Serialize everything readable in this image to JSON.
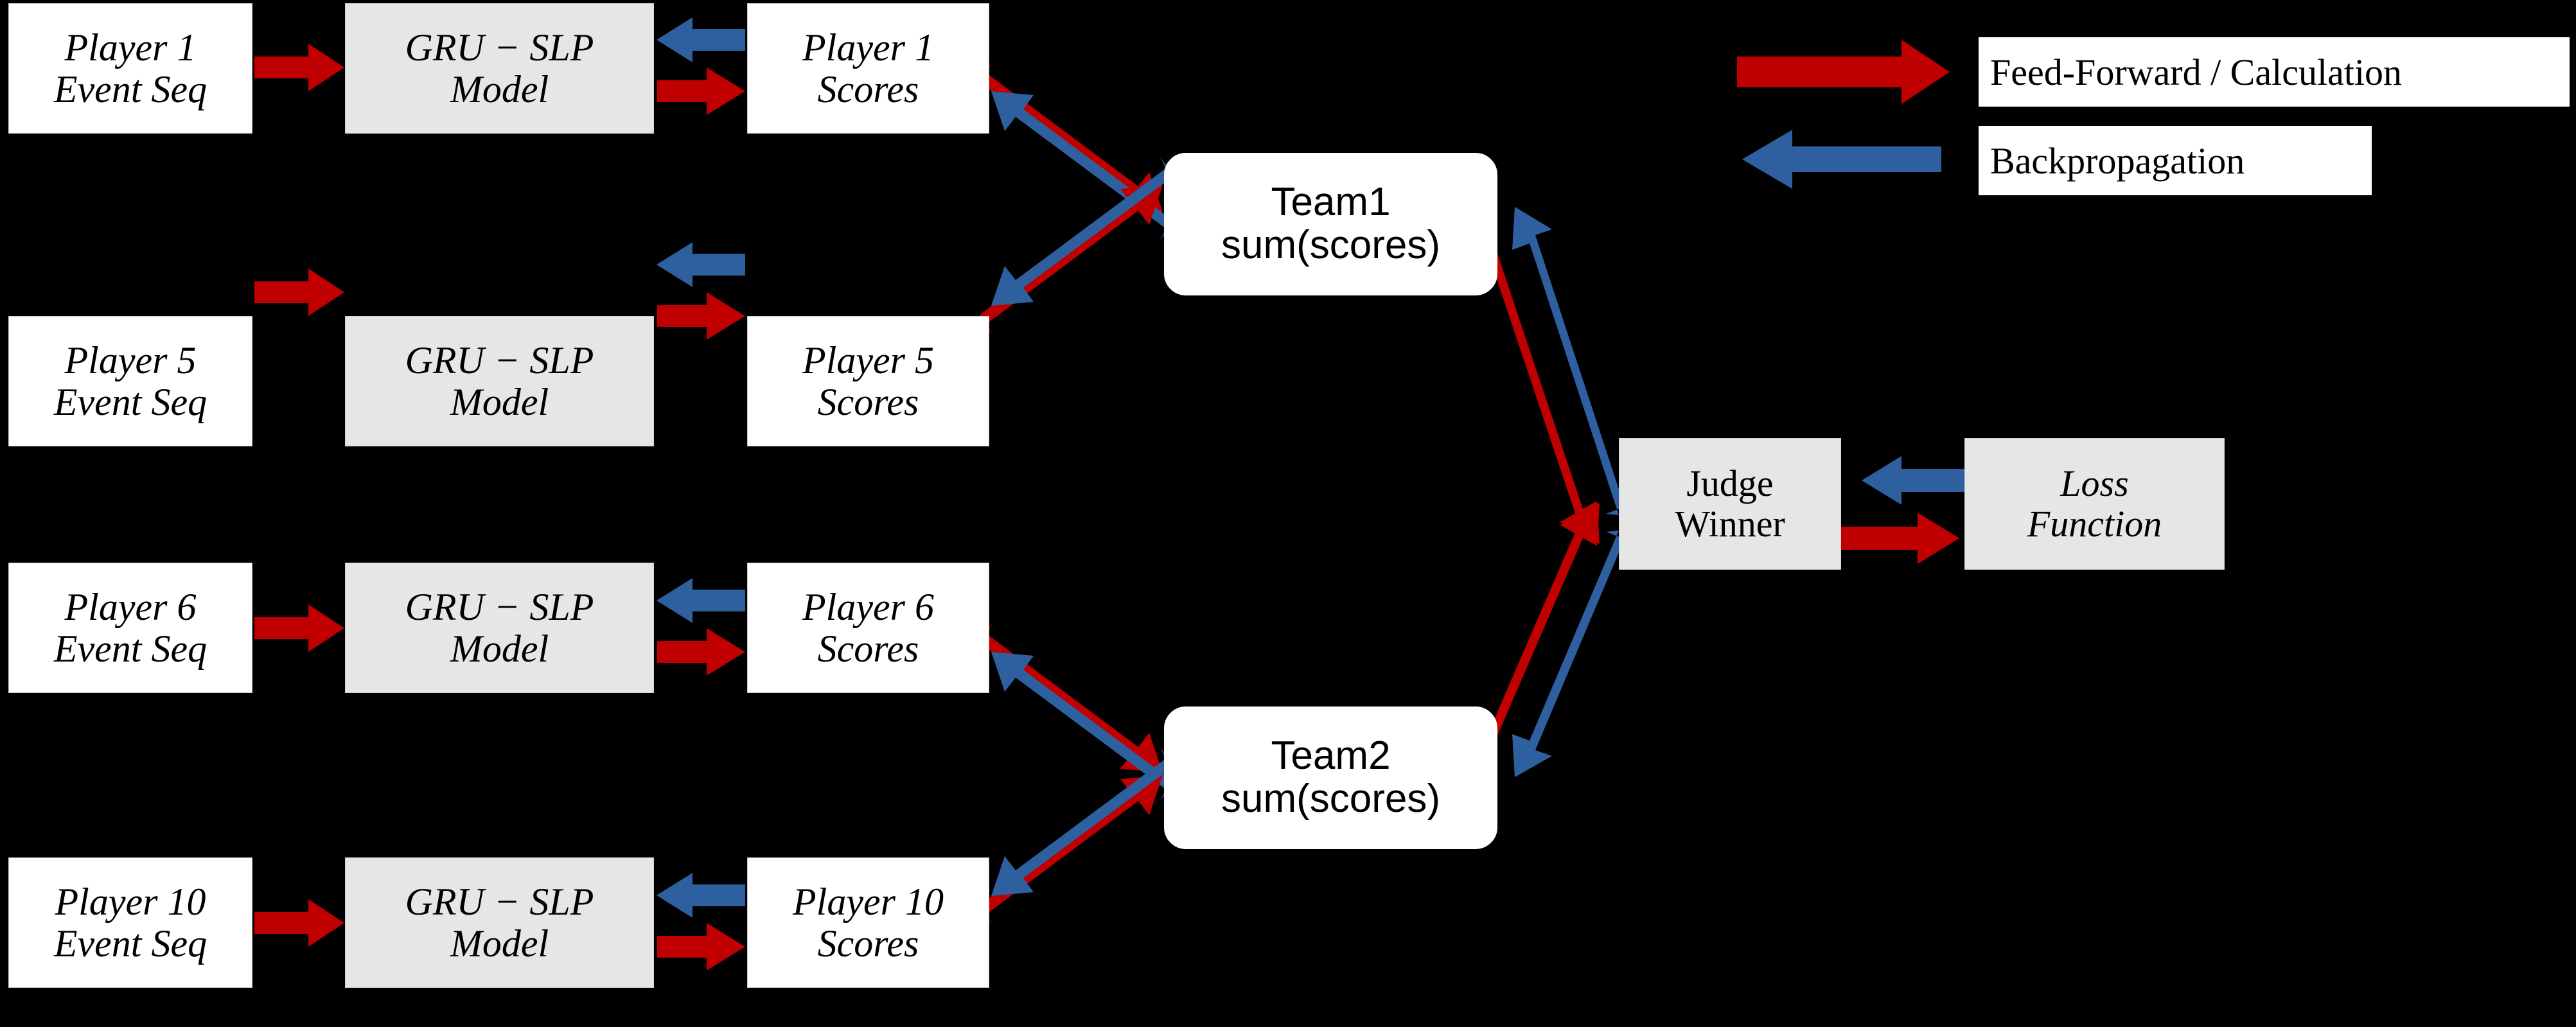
{
  "colors": {
    "background": "#000000",
    "feed_forward_arrow": "#c00000",
    "backprop_arrow": "#2e5f9e",
    "node_fill_white": "#ffffff",
    "node_fill_gray": "#e6e6e6",
    "text": "#000000"
  },
  "rows": [
    {
      "input": {
        "line1": "Player 1",
        "line2": "Event Seq"
      },
      "model": {
        "line1": "GRU − SLP",
        "line2": "Model"
      },
      "scores": {
        "line1": "Player 1",
        "line2": "Scores"
      }
    },
    {
      "input": {
        "line1": "Player 5",
        "line2": "Event Seq"
      },
      "model": {
        "line1": "GRU − SLP",
        "line2": "Model"
      },
      "scores": {
        "line1": "Player 5",
        "line2": "Scores"
      }
    },
    {
      "input": {
        "line1": "Player 6",
        "line2": "Event Seq"
      },
      "model": {
        "line1": "GRU − SLP",
        "line2": "Model"
      },
      "scores": {
        "line1": "Player 6",
        "line2": "Scores"
      }
    },
    {
      "input": {
        "line1": "Player 10",
        "line2": "Event Seq"
      },
      "model": {
        "line1": "GRU − SLP",
        "line2": "Model"
      },
      "scores": {
        "line1": "Player 10",
        "line2": "Scores"
      }
    }
  ],
  "teams": [
    {
      "line1": "Team1",
      "line2": "sum(scores)"
    },
    {
      "line2": "sum(scores)",
      "line1": "Team2"
    }
  ],
  "judge": {
    "line1": "Judge",
    "line2": "Winner"
  },
  "loss": {
    "line1": "Loss",
    "line2": "Function"
  },
  "legend": {
    "items": [
      {
        "label": "Feed-Forward / Calculation",
        "arrow": "right-arrow-icon",
        "color": "#c00000"
      },
      {
        "label": "Backpropagation",
        "arrow": "left-arrow-icon",
        "color": "#2e5f9e"
      }
    ]
  }
}
